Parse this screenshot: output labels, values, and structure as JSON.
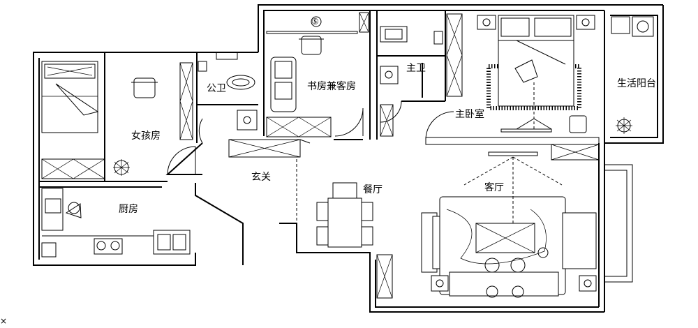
{
  "rooms": {
    "girl_room": "女孩房",
    "public_bath": "公卫",
    "study_guest": "书房兼客房",
    "master_bath": "主卫",
    "master_bedroom": "主卧室",
    "utility_balcony": "生活阳台",
    "foyer": "玄关",
    "dining": "餐厅",
    "living": "客厅",
    "kitchen": "厨房"
  },
  "marker_number": "⑤",
  "corner_mark": "×",
  "colors": {
    "line": "#000000",
    "background": "#ffffff"
  }
}
